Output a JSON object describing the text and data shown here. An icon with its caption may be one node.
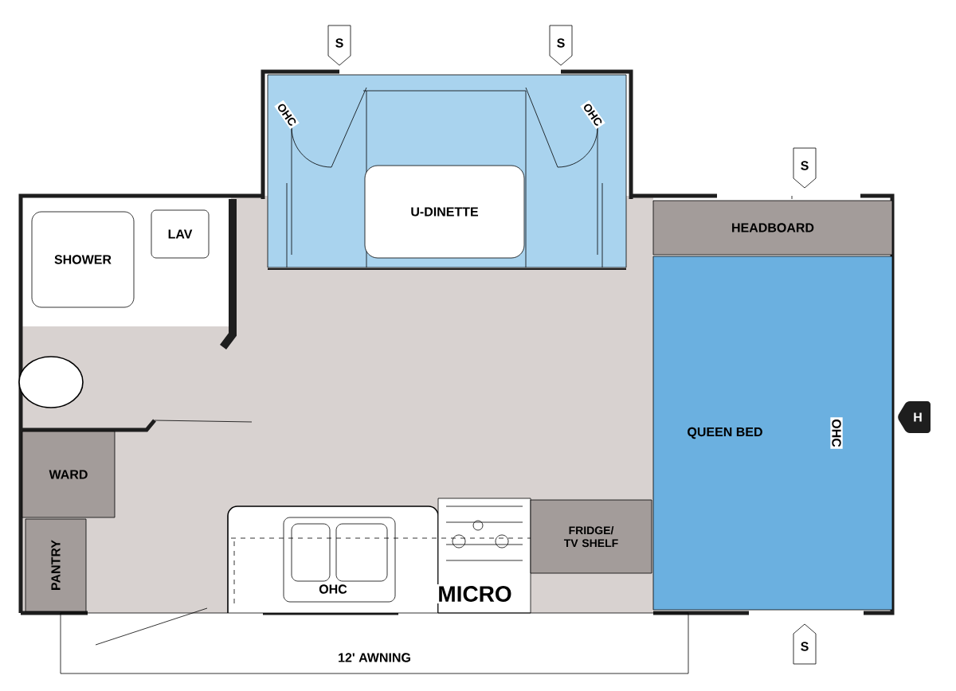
{
  "diagram": {
    "nodes": [
      {
        "text": [
          "U-DINETTE"
        ]
      },
      {
        "text": [
          "SHOWER"
        ]
      },
      {
        "text": [
          "LAV"
        ]
      },
      {
        "text": [
          "HEADBOARD"
        ]
      },
      {
        "text": [
          "QUEEN BED"
        ]
      },
      {
        "text": [
          "WARD"
        ]
      },
      {
        "text": [
          "PANTRY"
        ]
      },
      {
        "text": [
          "FRIDGE/ TV SHELF"
        ]
      },
      {
        "text": [
          "S"
        ]
      },
      {
        "text": [
          "S"
        ]
      },
      {
        "text": [
          "S"
        ]
      },
      {
        "text": [
          "H"
        ]
      },
      {
        "text": [
          "S"
        ]
      },
      {
        "text": [
          "12' AWNING"
        ]
      }
    ],
    "labels": [
      "OHC",
      "OHC",
      "OHC",
      "OHC",
      "MICRO"
    ]
  }
}
